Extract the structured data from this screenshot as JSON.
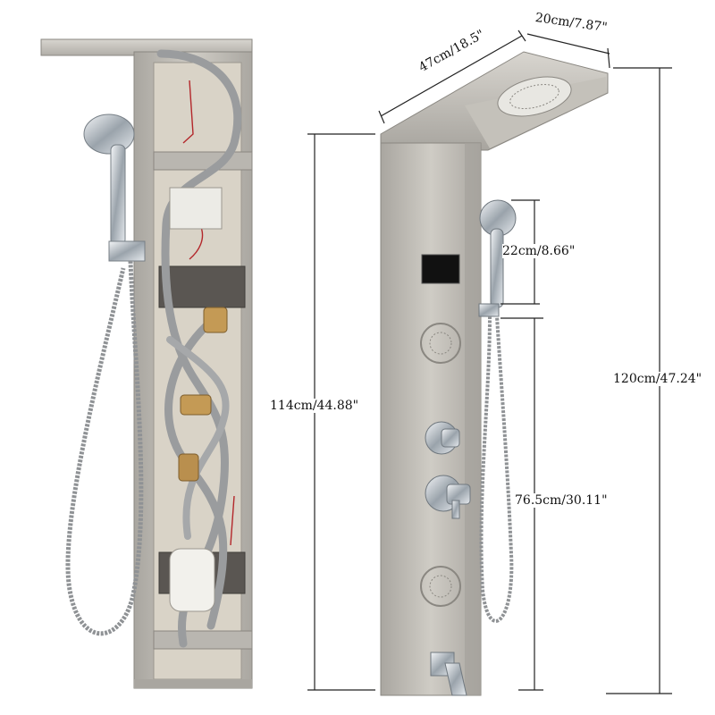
{
  "product": {
    "colors": {
      "brushed_steel": "#bdbab3",
      "steel_dark": "#8f8c86",
      "chrome": "#d8dde2",
      "hose_gray": "#9a9c9e",
      "display_black": "#111111",
      "dimension_line": "#222222"
    },
    "features": [
      "rain-shower-head",
      "hand-shower",
      "hose",
      "led-display",
      "massage-jets",
      "mixer-valve",
      "diverter-knob",
      "tub-spout"
    ]
  },
  "dimensions": {
    "width_top": "20cm/7.87\"",
    "depth_top": "47cm/18.5\"",
    "hand_shower": "22cm/8.66\"",
    "panel_height": "114cm/44.88\"",
    "total_height": "120cm/47.24\"",
    "holder_height": "76.5cm/30.11\""
  }
}
